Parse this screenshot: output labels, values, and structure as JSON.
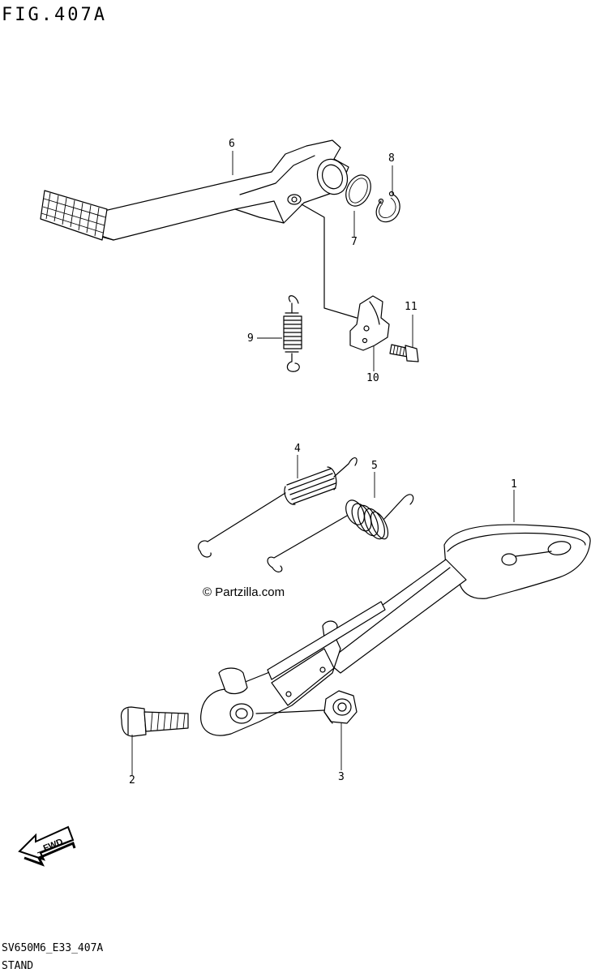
{
  "figure": {
    "title": "FIG.407A"
  },
  "callouts": {
    "c1": "1",
    "c2": "2",
    "c3": "3",
    "c4": "4",
    "c5": "5",
    "c6": "6",
    "c7": "7",
    "c8": "8",
    "c9": "9",
    "c10": "10",
    "c11": "11"
  },
  "watermark": "© Partzilla.com",
  "footer": {
    "code": "SV650M6_E33_407A",
    "name": "STAND"
  },
  "fwd_arrow": {
    "label": "FWD"
  }
}
